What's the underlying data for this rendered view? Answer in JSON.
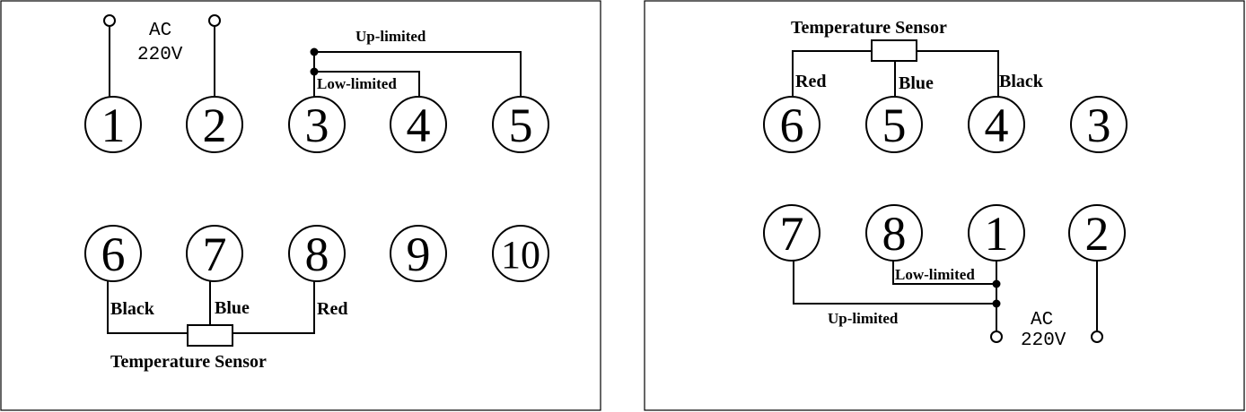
{
  "left": {
    "terminals_top": [
      "1",
      "2",
      "3",
      "4",
      "5"
    ],
    "terminals_bottom": [
      "6",
      "7",
      "8",
      "9",
      "10"
    ],
    "ac_label": "AC",
    "voltage_label": "220V",
    "up_limited": "Up-limited",
    "low_limited": "Low-limited",
    "wire_black": "Black",
    "wire_blue": "Blue",
    "wire_red": "Red",
    "sensor_label": "Temperature Sensor"
  },
  "right": {
    "terminals_top": [
      "6",
      "5",
      "4",
      "3"
    ],
    "terminals_bottom": [
      "7",
      "8",
      "1",
      "2"
    ],
    "sensor_label": "Temperature Sensor",
    "wire_red": "Red",
    "wire_blue": "Blue",
    "wire_black": "Black",
    "low_limited": "Low-limited",
    "up_limited": "Up-limited",
    "ac_label": "AC",
    "voltage_label": "220V"
  }
}
